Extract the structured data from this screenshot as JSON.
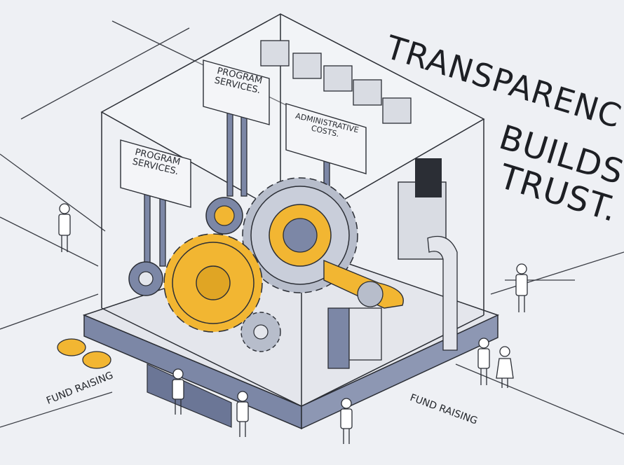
{
  "headline": {
    "line1": "TRANSPARENC",
    "line2": "BUILDS",
    "line3": "TRUST."
  },
  "signs": [
    {
      "line1": "PROGRAM",
      "line2": "SERVICES."
    },
    {
      "line1": "PROGRAM",
      "line2": "SERVICES."
    },
    {
      "line1": "ADMINISTRATIVE",
      "line2": "COSTS."
    }
  ],
  "floor_labels": {
    "left": "FUND RAISING",
    "right": "FUND RAISING"
  },
  "colors": {
    "background": "#eef0f4",
    "gear_gold": "#f2b632",
    "steel_blue": "#7c87a6",
    "outline": "#2b2e35",
    "panel_gray": "#d9dce3"
  }
}
